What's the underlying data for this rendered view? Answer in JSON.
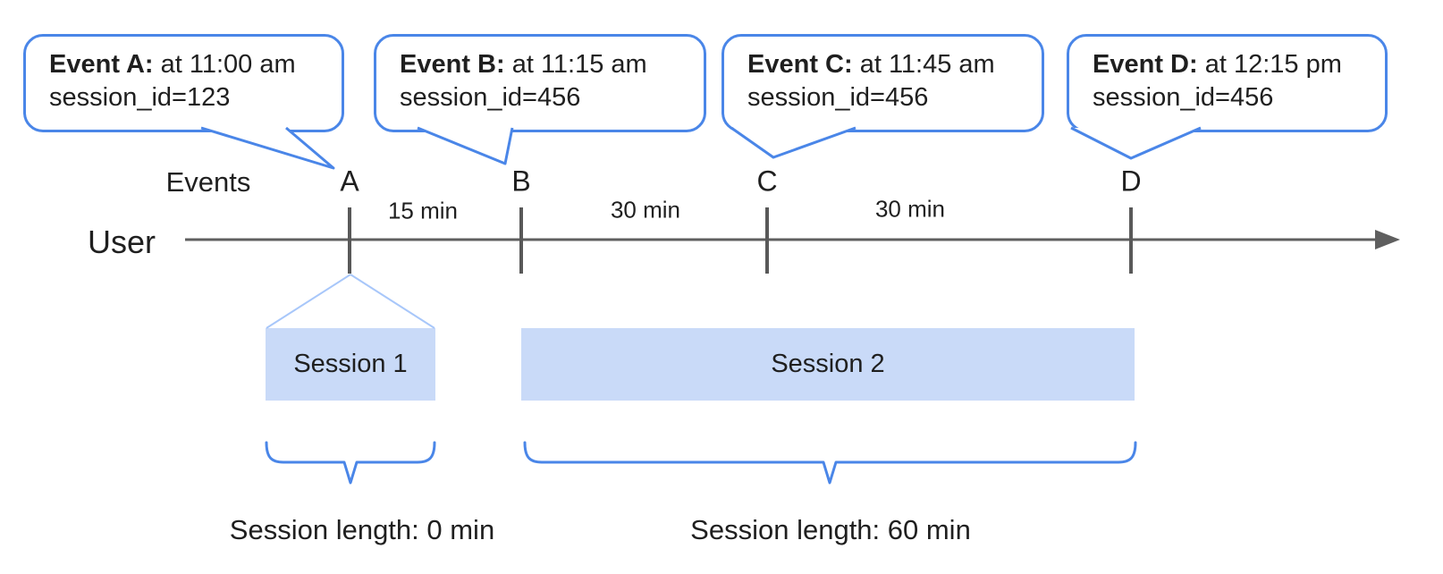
{
  "callouts": [
    {
      "title": "Event A:",
      "time": "at 11:00 am",
      "session": "session_id=123"
    },
    {
      "title": "Event B:",
      "time": "at 11:15 am",
      "session": "session_id=456"
    },
    {
      "title": "Event C:",
      "time": "at 11:45 am",
      "session": "session_id=456"
    },
    {
      "title": "Event D:",
      "time": "at 12:15 pm",
      "session": "session_id=456"
    }
  ],
  "timeline": {
    "events_label": "Events",
    "user_label": "User",
    "event_markers": [
      "A",
      "B",
      "C",
      "D"
    ],
    "intervals": [
      "15 min",
      "30 min",
      "30 min"
    ]
  },
  "sessions": [
    {
      "label": "Session 1",
      "length": "Session length: 0 min"
    },
    {
      "label": "Session 2",
      "length": "Session length: 60 min"
    }
  ],
  "colors": {
    "callout_border": "#4a86e8",
    "session_fill": "#c9daf8",
    "brace": "#4a86e8",
    "funnel_line": "#a8c7fa",
    "axis_line": "#5f5f5f",
    "text": "#1f1f1f"
  }
}
